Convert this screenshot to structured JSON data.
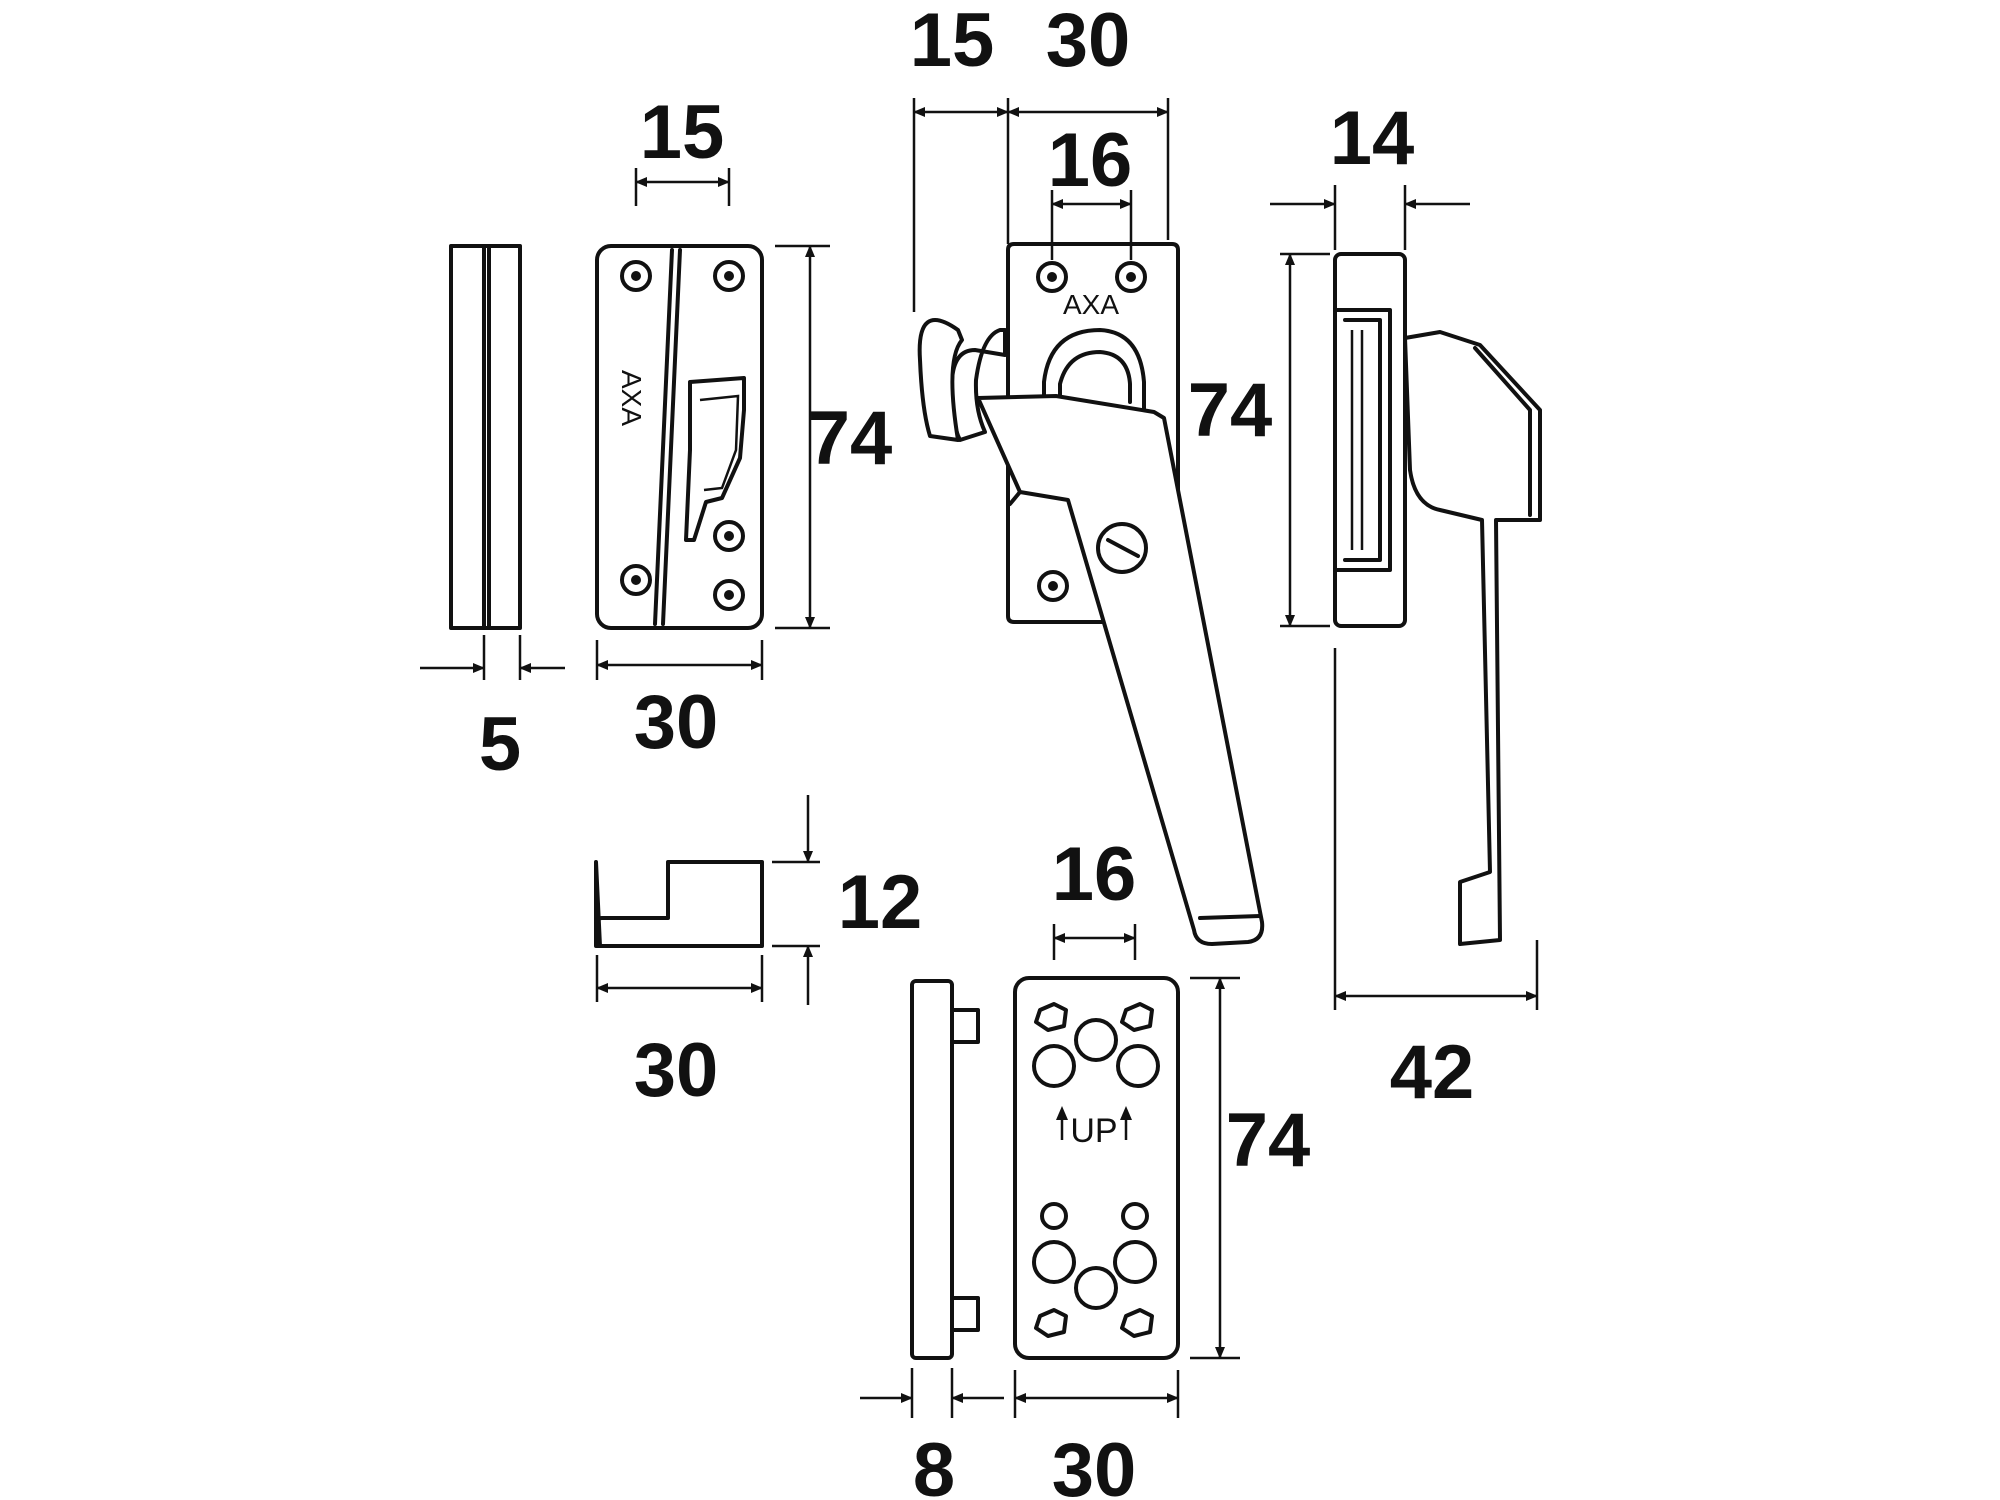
{
  "dimensions": {
    "side_strip_width": "5",
    "keeper_width": "30",
    "keeper_hole_spacing": "15",
    "keeper_height": "74",
    "hook_offset": "15",
    "handle_base_width": "30",
    "handle_hole_spacing": "16",
    "handle_height": "74",
    "side_base_depth": "14",
    "handle_projection": "42",
    "wedge_height": "12",
    "wedge_width": "30",
    "spacer_hole_spacing": "16",
    "spacer_height": "74",
    "spacer_side_depth": "8",
    "spacer_width": "30"
  },
  "labels": {
    "brand_keeper": "AXA",
    "brand_handle": "AXA",
    "up_marking": "UP"
  }
}
